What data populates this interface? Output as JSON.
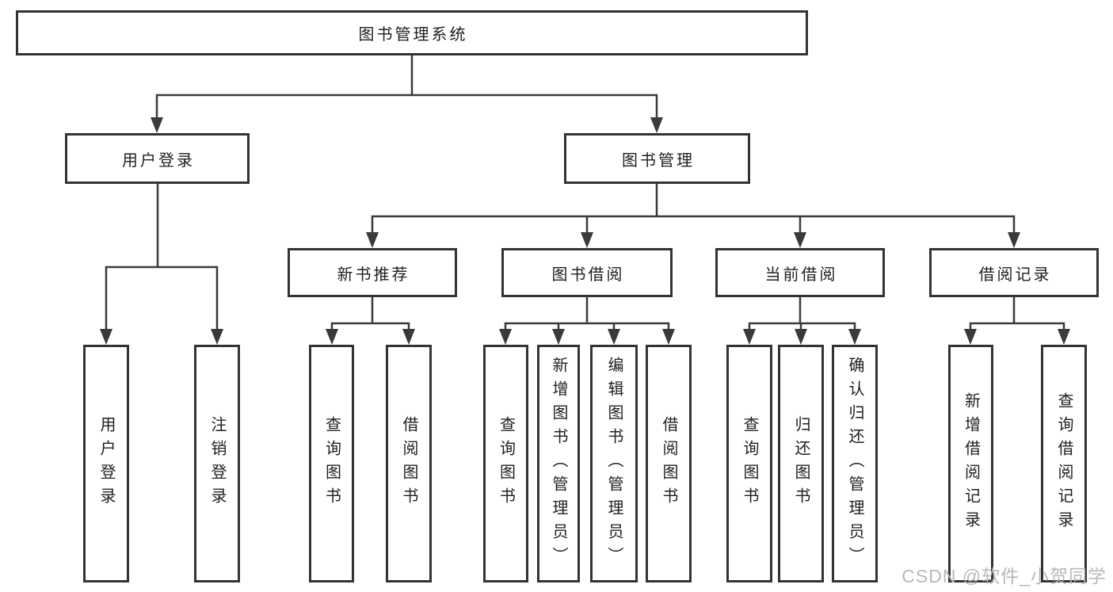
{
  "diagram": {
    "root": {
      "label": "图书管理系统"
    },
    "branches": [
      {
        "label": "用户登录",
        "children": [
          {
            "label": "用户登录"
          },
          {
            "label": "注销登录"
          }
        ]
      },
      {
        "label": "图书管理",
        "children": [
          {
            "label": "新书推荐",
            "children": [
              {
                "label": "查询图书"
              },
              {
                "label": "借阅图书"
              }
            ]
          },
          {
            "label": "图书借阅",
            "children": [
              {
                "label": "查询图书"
              },
              {
                "label": "新增图书（管理员）"
              },
              {
                "label": "编辑图书（管理员）"
              },
              {
                "label": "借阅图书"
              }
            ]
          },
          {
            "label": "当前借阅",
            "children": [
              {
                "label": "查询图书"
              },
              {
                "label": "归还图书"
              },
              {
                "label": "确认归还（管理员）"
              }
            ]
          },
          {
            "label": "借阅记录",
            "children": [
              {
                "label": "新增借阅记录"
              },
              {
                "label": "查询借阅记录"
              }
            ]
          }
        ]
      }
    ]
  },
  "watermark": {
    "text": "CSDN @软件_小贺同学"
  },
  "colors": {
    "line": "#3a3a3a",
    "box_border": "#333333",
    "box_fill": "#ffffff",
    "text": "#1f1f1f",
    "watermark": "#b7b8ba"
  }
}
